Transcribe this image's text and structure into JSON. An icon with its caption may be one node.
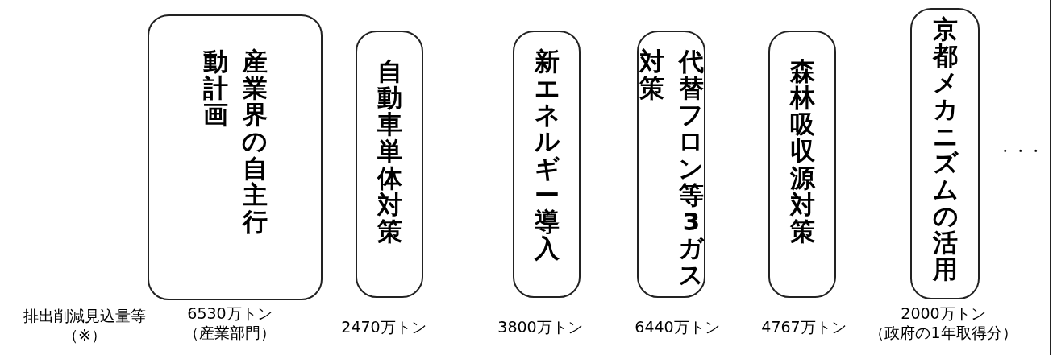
{
  "diagram": {
    "nodes": [
      {
        "text": [
          "産業界の自主行動計画"
        ],
        "beside": [
          "6530万トン",
          "（産業部門）"
        ]
      },
      {
        "text": [
          "自動車単体対策"
        ],
        "beside": [
          "2470万トン"
        ]
      },
      {
        "text": [
          "新エネルギー導入"
        ],
        "beside": [
          "3800万トン"
        ]
      },
      {
        "text": [
          "代替フロン等3ガス対策"
        ],
        "beside": [
          "6440万トン"
        ]
      },
      {
        "text": [
          "森林吸収源対策"
        ],
        "beside": [
          "4767万トン"
        ]
      },
      {
        "text": [
          "京都メカニズムの活用"
        ],
        "beside": [
          "2000万トン",
          "（政府の1年取得分）"
        ]
      }
    ],
    "edges": [],
    "labels": [
      "排出削減見込量等",
      "（※）",
      "・・・"
    ]
  }
}
